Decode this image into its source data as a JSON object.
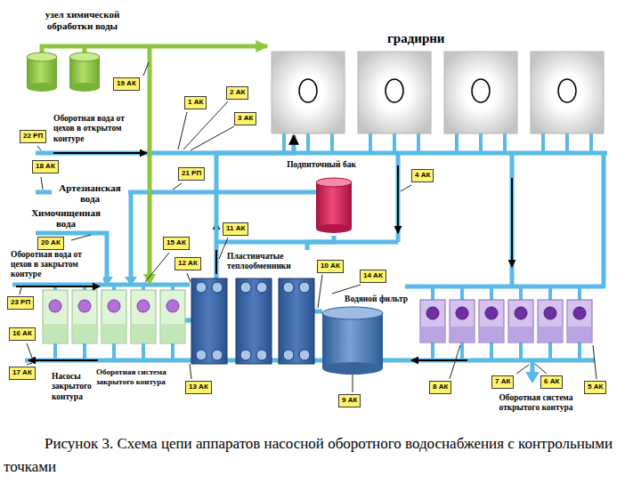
{
  "diagram": {
    "caption": "Рисунок 3. Схема цепи аппаратов насосной оборотного водоснабжения с контрольными точками",
    "nodes": [
      {
        "text": [
          "узел химической обработки воды"
        ]
      },
      {
        "text": [
          "градирни"
        ]
      },
      {
        "text": [
          "Подпиточный бак"
        ]
      },
      {
        "text": [
          "Пластинчатые теплообменники"
        ]
      },
      {
        "text": [
          "Водяной фильтр"
        ]
      },
      {
        "text": [
          "Насосы закрытого контура"
        ]
      }
    ],
    "edges": [
      {
        "from": 0,
        "to": 1,
        "arrow": "to"
      },
      {
        "from": 3,
        "to": 1,
        "arrow": "to"
      },
      {
        "from": 2,
        "to": 3,
        "arrow": "none"
      },
      {
        "from": 3,
        "to": 4,
        "arrow": "none"
      },
      {
        "from": 5,
        "to": 3,
        "arrow": "none"
      }
    ],
    "labels": [
      "19 АК",
      "1 АК",
      "2 АК",
      "Оборотная вода от цехов в открытом контуре",
      "3 АК",
      "22 РП",
      "18 АК",
      "21 РП",
      "4 АК",
      "Артезианская вода",
      "Химочищенная вода",
      "20 АК",
      "15 АК",
      "11 АК",
      "12 АК",
      "10 АК",
      "14 АК",
      "Оборотная вода от цехов в закрытом контуре",
      "23 РП",
      "16 АК",
      "17 АК",
      "Оборотная система закрытого контура",
      "13 АК",
      "9 АК",
      "8 АК",
      "7 АК",
      "6 АК",
      "5 АК",
      "Оборотная система открытого контура"
    ]
  }
}
